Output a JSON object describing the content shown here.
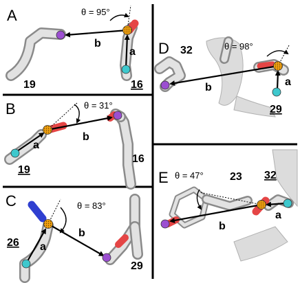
{
  "colors": {
    "atom_c_alpha": "#9c4fd1",
    "atom_n": "#3ec8cd",
    "atom_c": "#f0a010",
    "oxygen": "#e54545",
    "nitrogen_blue": "#2f3fd0",
    "backbone": "#d8d8d8",
    "arrow": "#000000"
  },
  "panels": [
    {
      "id": "A",
      "label": "A",
      "theta": "θ = 95°",
      "vec_a": "a",
      "vec_b": "b",
      "res_left": "19",
      "res_right": "16"
    },
    {
      "id": "B",
      "label": "B",
      "theta": "θ = 31°",
      "vec_a": "a",
      "vec_b": "b",
      "res_left": "19",
      "res_right": "16"
    },
    {
      "id": "C",
      "label": "C",
      "theta": "θ = 83°",
      "vec_a": "a",
      "vec_b": "b",
      "res_left": "26",
      "res_right": "29"
    },
    {
      "id": "D",
      "label": "D",
      "theta": "θ = 98°",
      "vec_a": "a",
      "vec_b": "b",
      "res_left": "32",
      "res_right": "29"
    },
    {
      "id": "E",
      "label": "E",
      "theta": "θ = 47°",
      "vec_a": "a",
      "vec_b": "b",
      "res_left": "23",
      "res_right": "32"
    }
  ]
}
